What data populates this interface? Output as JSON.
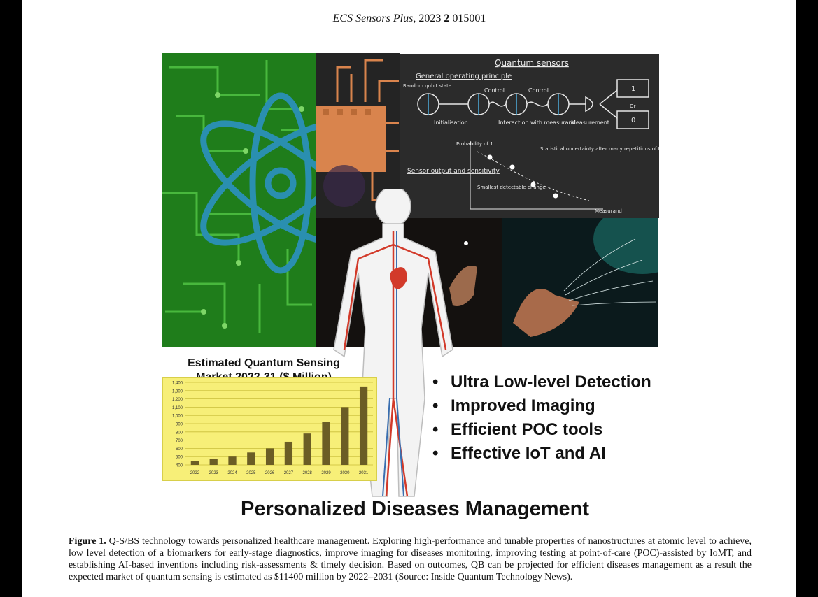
{
  "header": {
    "journal": "ECS Sensors Plus",
    "year": ", 2023 ",
    "volume": "2",
    "article": " 015001"
  },
  "figure": {
    "board": {
      "title": "Quantum sensors",
      "subtitle": "General operating principle",
      "random_qubit": "Random qubit state",
      "control_1": "Control",
      "control_2": "Control",
      "initialisation": "Initialisation",
      "interaction": "Interaction with measurand",
      "measurement": "Measurement",
      "result_1": "1",
      "result_or": "Or",
      "result_0": "0",
      "probability": "Probability of 1",
      "uncertainty": "Statistical uncertainty after many repetitions of the above",
      "sensor_output": "Sensor output and sensitivity",
      "smallest_change": "Smallest detectable change",
      "measurand": "Measurand"
    },
    "bullets": [
      "Ultra Low-level Detection",
      "Improved Imaging",
      "Efficient POC tools",
      "Effective IoT and AI"
    ],
    "main_title": "Personalized Diseases Management"
  },
  "chart_data": {
    "type": "bar",
    "title": "Estimated Quantum Sensing Market 2022-31 ($ Million)",
    "categories": [
      "2022",
      "2023",
      "2024",
      "2025",
      "2026",
      "2027",
      "2028",
      "2029",
      "2030",
      "2031"
    ],
    "values": [
      450,
      470,
      500,
      550,
      600,
      680,
      780,
      920,
      1100,
      1350
    ],
    "ylim": [
      400,
      1400
    ],
    "yticks": [
      "1,400",
      "1,300",
      "1,200",
      "1,100",
      "1,000",
      "900",
      "800",
      "700",
      "600",
      "500",
      "400"
    ],
    "grid": true,
    "bar_color": "#6b5d25",
    "background_color": "#f7ef78"
  },
  "caption": {
    "label": "Figure 1.",
    "text": " Q-S/BS technology towards personalized healthcare management. Exploring high-performance and tunable properties of nanostructures at atomic level to achieve, low level detection of a biomarkers for early-stage diagnostics, improve imaging for diseases monitoring, improving testing at point-of-care (POC)-assisted by IoMT, and establishing AI-based inventions including risk-assessments & timely decision. Based on outcomes, QB can be projected for efficient diseases management as a result the expected market of quantum sensing is estimated as $11400 million by 2022–2031 (Source: Inside Quantum Technology News)."
  },
  "colors": {
    "circuit_green": "#1f7d1b",
    "atom_blue": "#2a8fb0",
    "chip_orange": "#d9844d",
    "blackboard": "#2b2b2b"
  }
}
